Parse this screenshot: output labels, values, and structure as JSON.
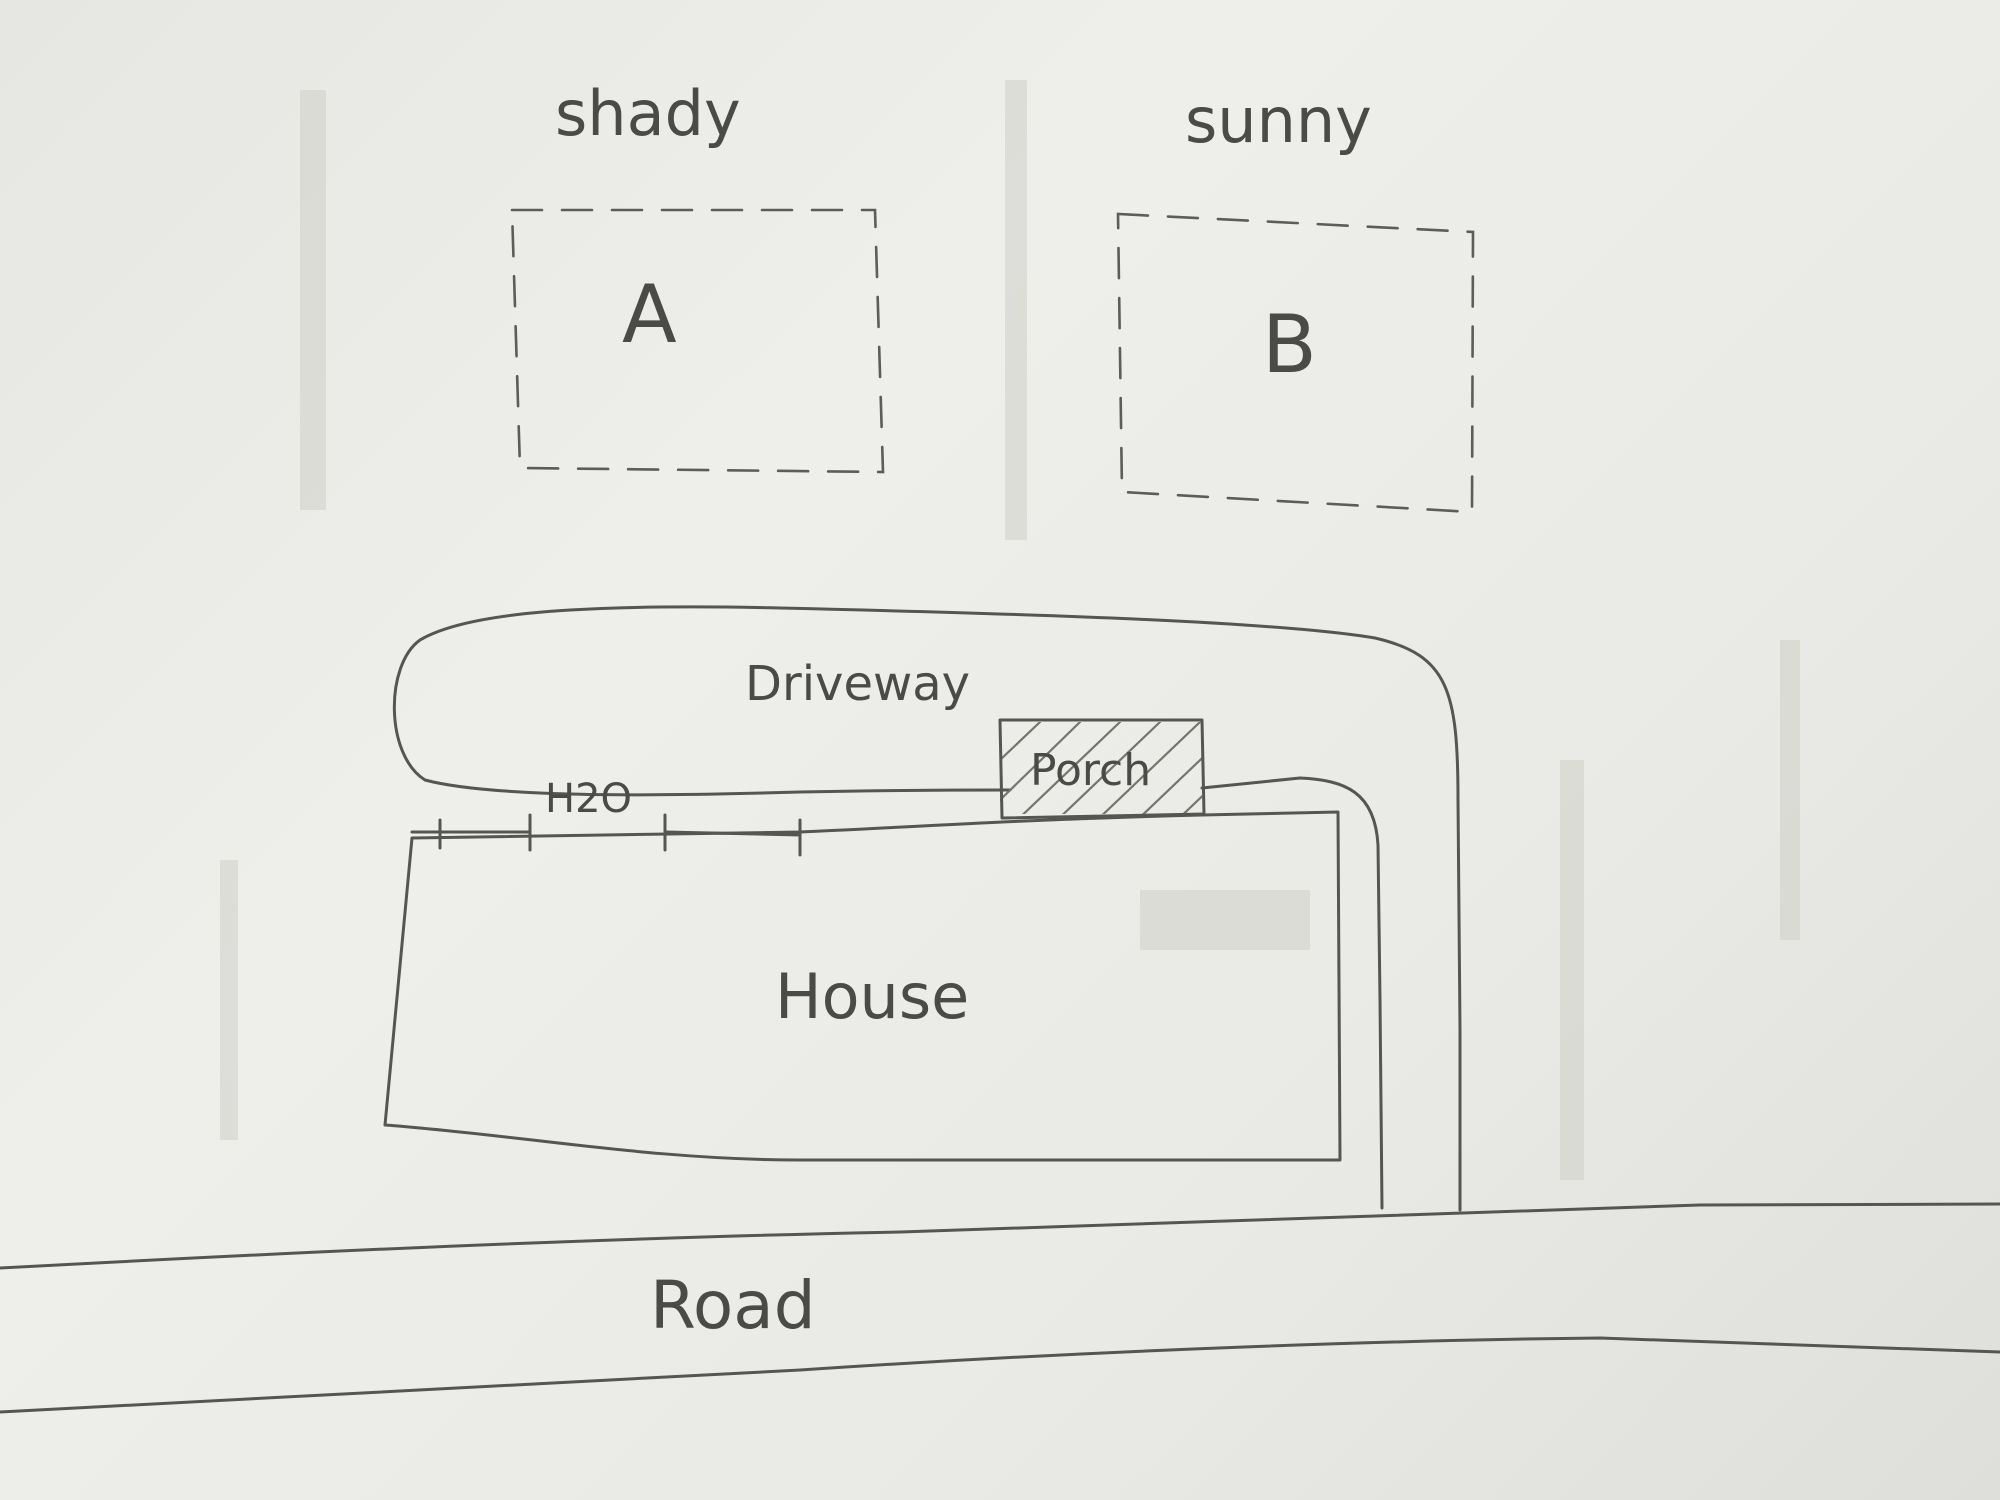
{
  "labels": {
    "shady": "shady",
    "sunny": "sunny",
    "plot_a": "A",
    "plot_b": "B",
    "driveway": "Driveway",
    "porch": "Porch",
    "h2o": "H2O",
    "house": "House",
    "road": "Road"
  },
  "colors": {
    "paper": "#e9e9e5",
    "pencil": "#555552"
  }
}
